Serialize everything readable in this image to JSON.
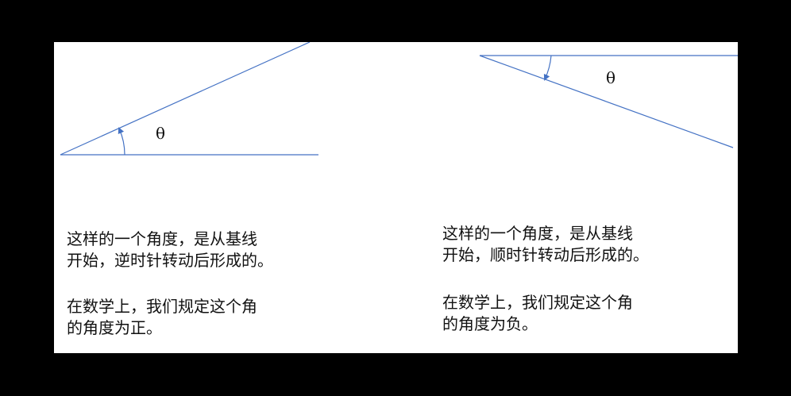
{
  "colors": {
    "background": "#000000",
    "canvas": "#ffffff",
    "line": "#4472c4",
    "text": "#111111"
  },
  "left_figure": {
    "angle_label": "θ",
    "description_lines": [
      "这样的一个角度，是从基线",
      "开始，逆时针转动后形成的。"
    ],
    "rule_lines": [
      "在数学上，我们规定这个角",
      "的角度为正。"
    ]
  },
  "right_figure": {
    "angle_label": "θ",
    "description_lines": [
      "这样的一个角度，是从基线",
      "开始，顺时针转动后形成的。"
    ],
    "rule_lines": [
      "在数学上，我们规定这个角",
      "的角度为负。"
    ]
  }
}
